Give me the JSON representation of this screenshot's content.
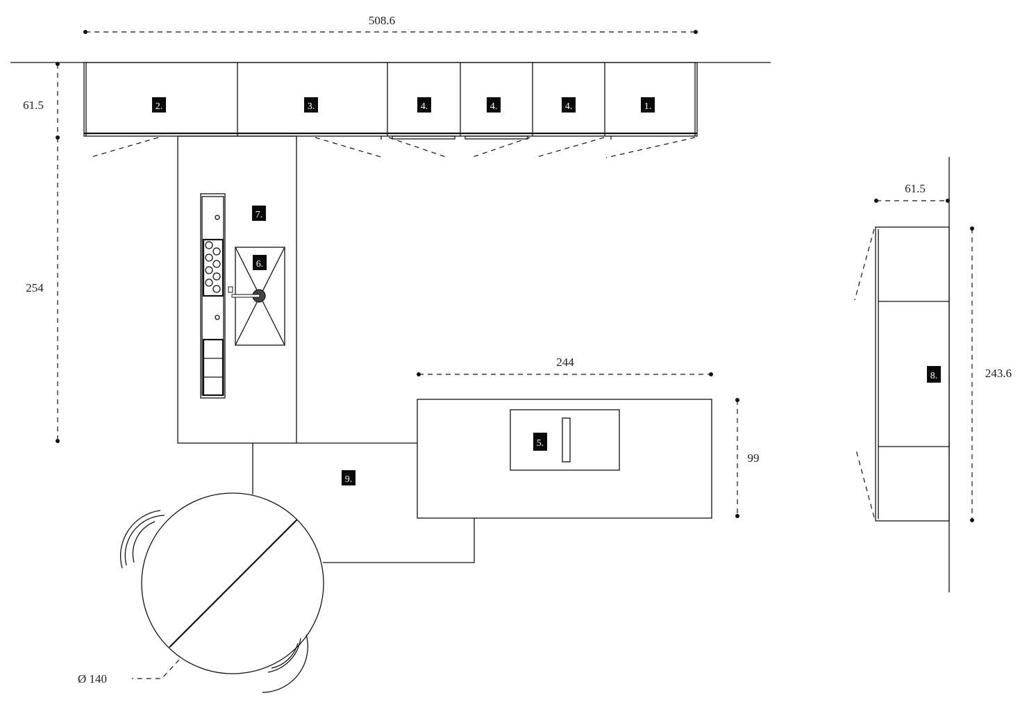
{
  "drawing": {
    "type": "kitchen floor plan",
    "dimensions": {
      "back_wall_length": "508.6",
      "back_wall_depth": "61.5",
      "room_depth": "254",
      "island_length": "244",
      "island_depth": "99",
      "tall_unit_depth": "61.5",
      "tall_unit_length": "243.6",
      "table_diameter": "Ø 140"
    },
    "labels": {
      "unit_1": "1.",
      "unit_2": "2.",
      "unit_3": "3.",
      "unit_4a": "4.",
      "unit_4b": "4.",
      "unit_4c": "4.",
      "unit_5": "5.",
      "unit_6": "6.",
      "unit_7": "7.",
      "unit_8": "8.",
      "unit_9": "9."
    },
    "colors": {
      "line": "#111111",
      "badge": "#0a0a0a",
      "badge_text": "#ffffff",
      "background": "#ffffff"
    }
  }
}
